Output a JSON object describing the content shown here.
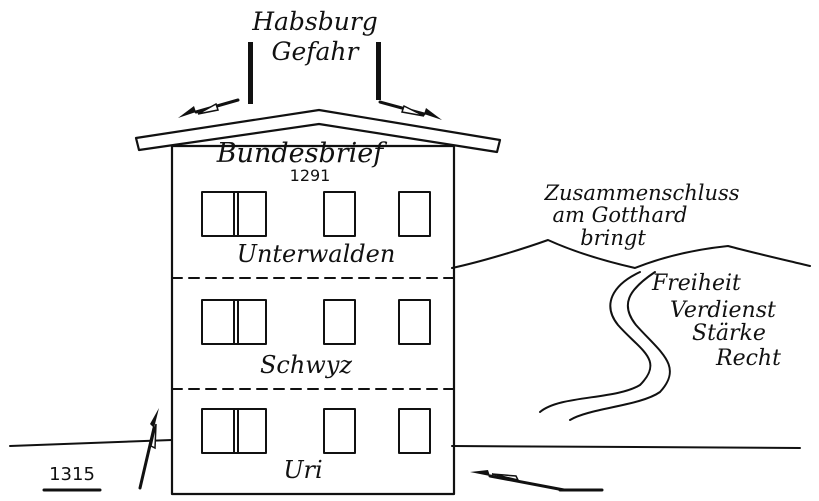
{
  "top_label": {
    "line1": "Habsburg",
    "line2": "Gefahr"
  },
  "house": {
    "roof_title": "Bundesbrief",
    "roof_year": "1291",
    "floors": [
      {
        "label": "Unterwalden"
      },
      {
        "label": "Schwyz"
      },
      {
        "label": "Uri"
      }
    ]
  },
  "right_text": {
    "line1": "Zusammenschluss",
    "line2": "am Gotthard",
    "line3": "bringt"
  },
  "values_list": [
    "Freiheit",
    "Verdienst",
    "Stärke",
    "Recht"
  ],
  "left_year": "1315",
  "colors": {
    "ink": "#111111",
    "paper": "#ffffff"
  }
}
